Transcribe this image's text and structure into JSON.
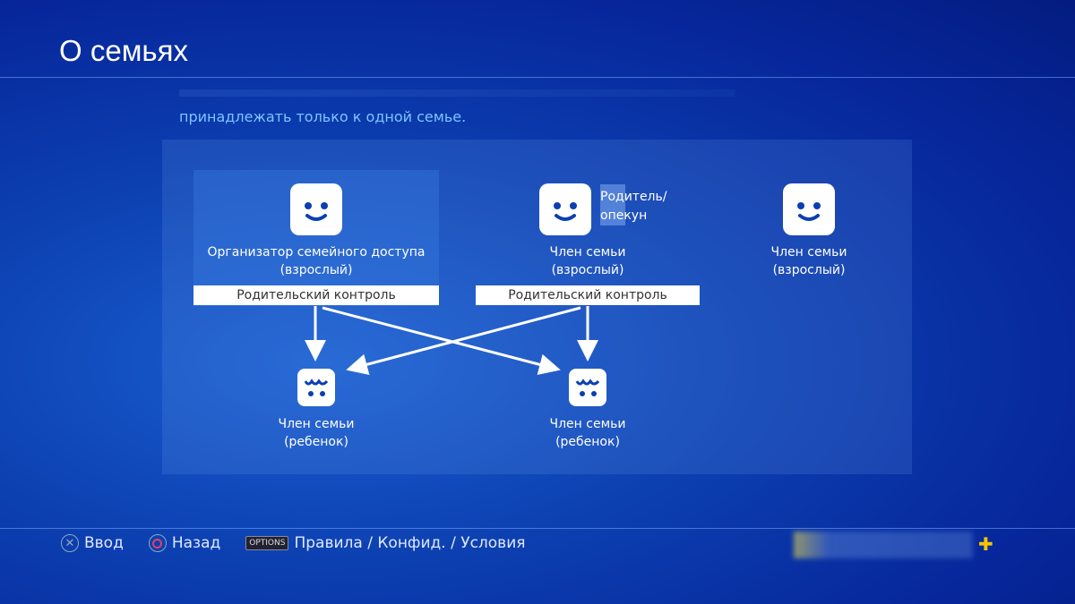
{
  "header": {
    "title": "О семьях"
  },
  "description": "принадлежать только к одной семье.",
  "diagram": {
    "organizer": {
      "name": "Организатор семейного доступа",
      "role": "(взрослый)",
      "control": "Родительский контроль"
    },
    "member_guardian": {
      "name": "Член семьи",
      "role": "(взрослый)",
      "badge": "Родитель/ опекун",
      "badge_line1": "Родитель/",
      "badge_line2": "опекун",
      "control": "Родительский контроль"
    },
    "member_adult": {
      "name": "Член семьи",
      "role": "(взрослый)"
    },
    "children": [
      {
        "name": "Член семьи",
        "role": "(ребенок)"
      },
      {
        "name": "Член семьи",
        "role": "(ребенок)"
      }
    ]
  },
  "footer": {
    "enter": "Ввод",
    "back": "Назад",
    "options_key": "OPTIONS",
    "options": "Правила / Конфид. / Условия",
    "cross_symbol": "✕",
    "plus_symbol": "✚"
  },
  "colors": {
    "accent_text": "#7fc3ff",
    "plus": "#f5c400"
  }
}
